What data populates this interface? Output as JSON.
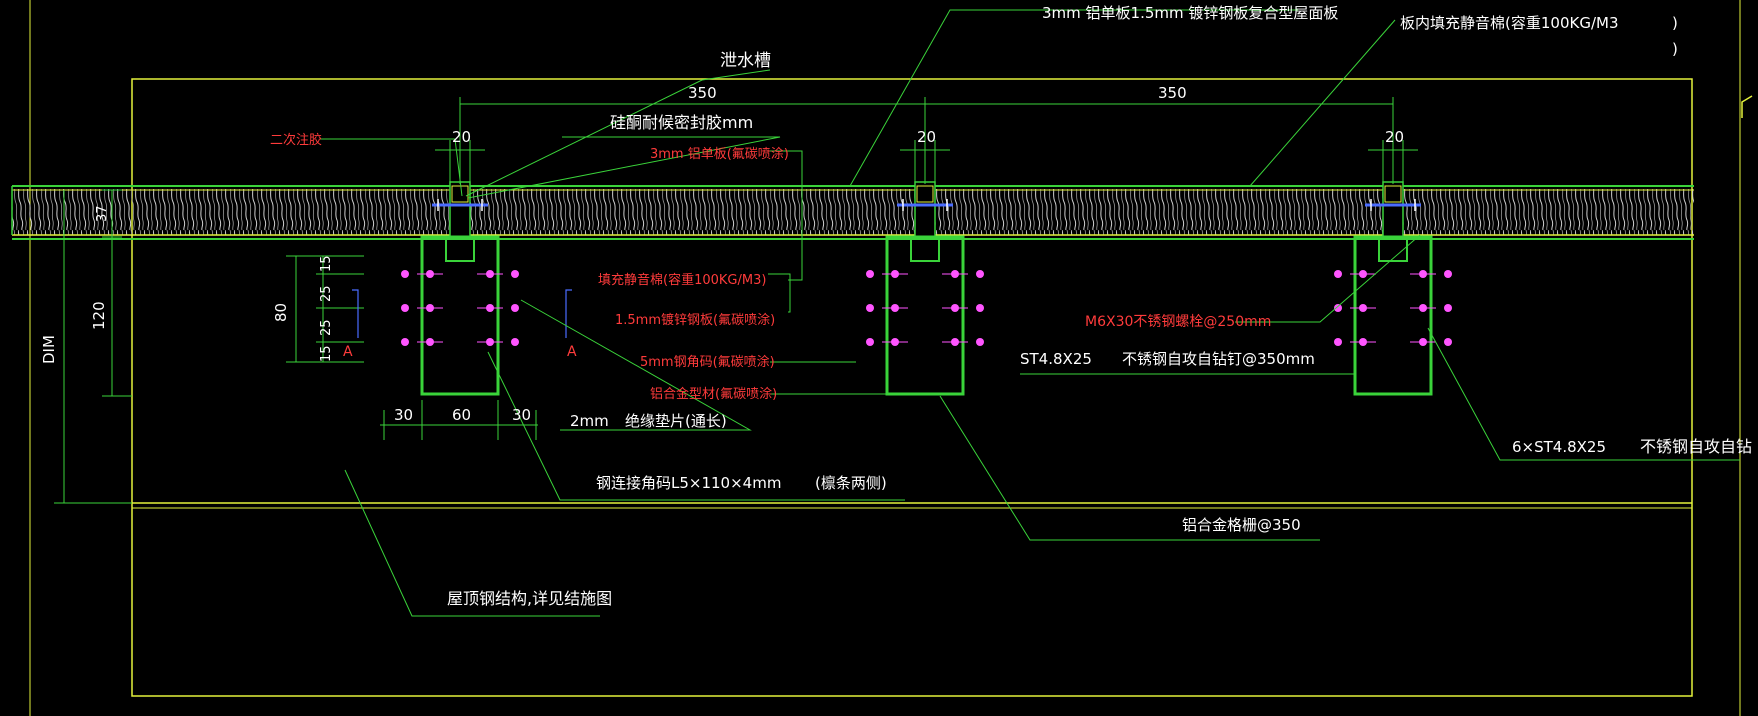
{
  "colors": {
    "background": "#000000",
    "outline": "#e4f23c",
    "leader": "#3ad33a",
    "text_white": "#ffffff",
    "text_red": "#ff3b3b",
    "text_blue": "#4a6cff",
    "dim": "#3ad33a",
    "bolt": "#ff55ff",
    "panel": "#cfcfcf"
  },
  "labels": {
    "top_materials": "3mm    铝单板1.5mm    镀锌钢板复合型屋面板",
    "top_fill": "板内填充静音棉(容重100KG/M3",
    "paren_1": ")",
    "paren_2": ")",
    "gutter": "泄水槽",
    "sealant": "硅酮耐候密封胶mm",
    "second_glue": "二次注胶",
    "al_plate_3mm": "3mm 铝单板(氟碳喷涂)",
    "fill_cotton": "填充静音棉(容重100KG/M3)",
    "galv_plate": "1.5mm镀锌钢板(氟碳喷涂)",
    "steel_angle": "5mm钢角码(氟碳喷涂)",
    "al_keel": "铝合金型材(氟碳喷涂)",
    "bolt_m6": "M6X30不锈钢螺栓@250mm",
    "screw_st": "ST4.8X25",
    "screw_desc": "不锈钢自攻自钻钉@350mm",
    "pad_2mm": "2mm",
    "pad_desc": "绝缘垫片(通长)",
    "angle_code": "钢连接角码L5×110×4mm",
    "angle_sides": "(檩条两侧)",
    "al_grid": "铝合金格栅@350",
    "roof_steel": "屋顶钢结构,详见结施图",
    "screw_6": "6×ST4.8X25",
    "screw_6_desc": "不锈钢自攻自钻",
    "section_a": "A"
  },
  "dimensions": {
    "span_1": "350",
    "span_2": "350",
    "gap": "20",
    "panel_thickness": "37",
    "height_120": "120",
    "height_dim": "DIM",
    "height_80": "80",
    "v_15": "15",
    "v_25": "25",
    "w_30": "30",
    "w_60": "60"
  }
}
